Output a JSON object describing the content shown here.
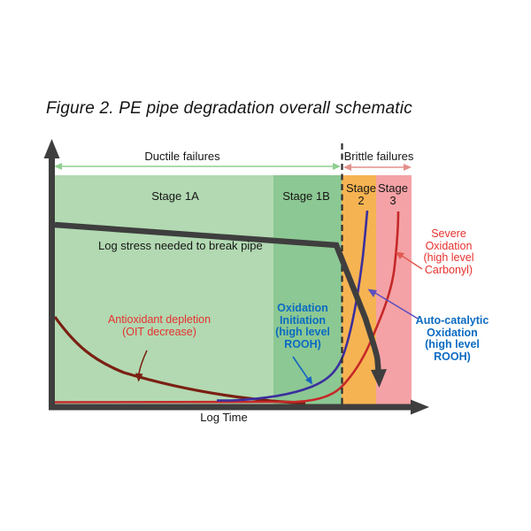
{
  "figure": {
    "title": "Figure 2. PE pipe degradation overall schematic"
  },
  "chart": {
    "type": "schematic-diagram",
    "x_axis_label": "Log Time",
    "failure_regions": {
      "ductile_label": "Ductile failures",
      "brittle_label": "Brittle failures"
    },
    "stages": [
      {
        "label": "Stage 1A",
        "color": "#b2d9b2"
      },
      {
        "label": "Stage 1B",
        "color": "#8cc893"
      },
      {
        "label": "Stage\n2",
        "color": "#f6b352"
      },
      {
        "label": "Stage\n3",
        "color": "#f5a2a6"
      }
    ],
    "curves": [
      {
        "name": "Log stress needed to break pipe",
        "color": "#3e3e3e"
      },
      {
        "name": "Antioxidant depletion (OIT decrease)",
        "color": "#7a2012"
      },
      {
        "name": "Oxidation Initiation (high level ROOH)",
        "color": "#3b2f9e"
      },
      {
        "name": "Severe Oxidation (high level Carbonyl)",
        "color": "#c62828"
      }
    ],
    "annotations": {
      "stress_label": "Log stress needed to break pipe",
      "antioxidant_label": "Antioxidant depletion\n(OIT decrease)",
      "oxidation_initiation_label": "Oxidation\nInitiation\n(high level\nROOH)",
      "severe_oxidation_label": "Severe\nOxidation\n(high level\nCarbonyl)",
      "auto_catalytic_label": "Auto-catalytic\nOxidation\n(high level\nROOH)"
    },
    "colors": {
      "axis": "#3e3e3e",
      "dashed_line": "#2e2e2e",
      "ductile_arrow": "#8fcf8f",
      "brittle_arrow": "#e2908b",
      "red_text": "#e8312e",
      "blue_text": "#0b6bc2"
    }
  }
}
